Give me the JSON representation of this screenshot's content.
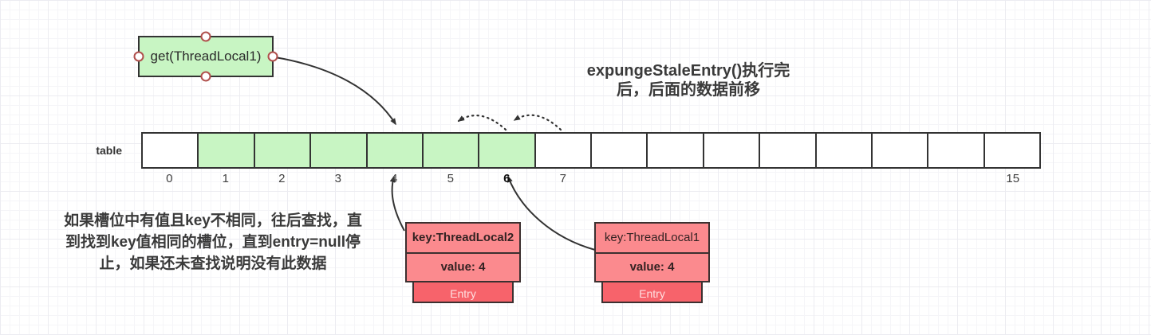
{
  "flow_box": {
    "label": "get(ThreadLocal1)"
  },
  "title": {
    "line1": "expungeStaleEntry()执行完",
    "line2": "后，后面的数据前移"
  },
  "note": {
    "lines": [
      "如果槽位中有值且key不相同，往后查找，直",
      "到找到key值相同的槽位，直到entry=null停",
      "止，如果还未查找说明没有此数据"
    ]
  },
  "table": {
    "label": "table",
    "slot_count": 16,
    "slots": [
      {
        "index": 0,
        "label": "0",
        "filled": false,
        "bold": false
      },
      {
        "index": 1,
        "label": "1",
        "filled": true,
        "bold": false
      },
      {
        "index": 2,
        "label": "2",
        "filled": true,
        "bold": false
      },
      {
        "index": 3,
        "label": "3",
        "filled": true,
        "bold": false
      },
      {
        "index": 4,
        "label": "4",
        "filled": true,
        "bold": false
      },
      {
        "index": 5,
        "label": "5",
        "filled": true,
        "bold": false
      },
      {
        "index": 6,
        "label": "6",
        "filled": true,
        "bold": true
      },
      {
        "index": 7,
        "label": "7",
        "filled": false,
        "bold": false
      },
      {
        "index": 8,
        "label": "",
        "filled": false,
        "bold": false
      },
      {
        "index": 9,
        "label": "",
        "filled": false,
        "bold": false
      },
      {
        "index": 10,
        "label": "",
        "filled": false,
        "bold": false
      },
      {
        "index": 11,
        "label": "",
        "filled": false,
        "bold": false
      },
      {
        "index": 12,
        "label": "",
        "filled": false,
        "bold": false
      },
      {
        "index": 13,
        "label": "",
        "filled": false,
        "bold": false
      },
      {
        "index": 14,
        "label": "",
        "filled": false,
        "bold": false
      },
      {
        "index": 15,
        "label": "15",
        "filled": false,
        "bold": false
      }
    ]
  },
  "entries": [
    {
      "key": "key:ThreadLocal2",
      "value": "value: 4",
      "type": "Entry"
    },
    {
      "key": "key:ThreadLocal1",
      "value": "value: 4",
      "type": "Entry"
    }
  ],
  "colors": {
    "green_fill": "#c8f5c3",
    "line_dark": "#333333",
    "pink_fill": "#fb8a8e",
    "red_fill": "#f7636b",
    "entry_text": "#ffdfe0",
    "handle_stroke": "#b0504c",
    "text_dark": "#333333"
  }
}
